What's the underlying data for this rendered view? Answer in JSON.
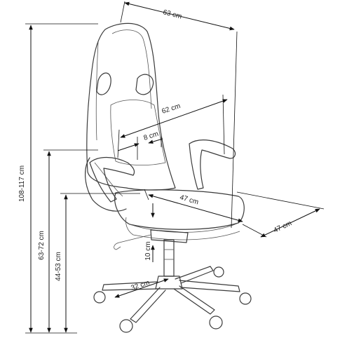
{
  "dimensions": {
    "top_width": "63 cm",
    "total_height": "108-117 cm",
    "armrest_height": "63-72 cm",
    "seat_height": "44-53 cm",
    "backrest_width": "62 cm",
    "lumbar_width": "8 cm",
    "seat_width": "47 cm",
    "seat_depth": "47 cm",
    "gas_lift": "10 cm",
    "base_radius": "32 cm"
  },
  "colors": {
    "line": "#111111",
    "chair": "#3a3a3a"
  }
}
